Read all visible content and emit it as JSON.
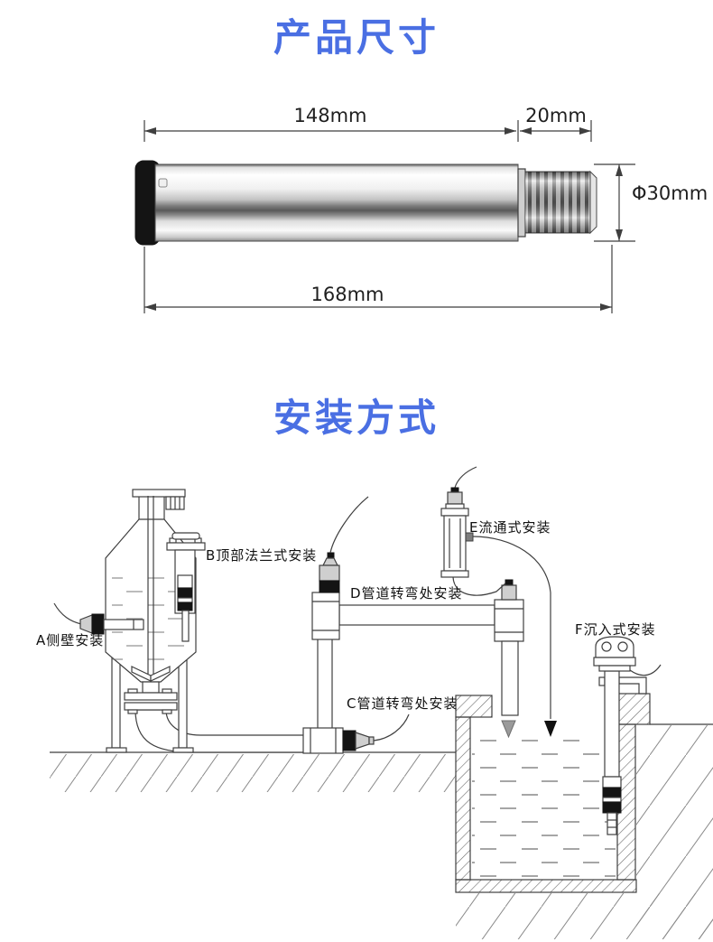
{
  "page": {
    "background_color": "#ffffff",
    "accent_color": "#4a6fe3",
    "line_color": "#3f3f3f"
  },
  "product_dimensions": {
    "title": "产品尺寸",
    "labels": {
      "body_length": "148mm",
      "thread_length": "20mm",
      "diameter": "Φ30mm",
      "total_length": "168mm"
    }
  },
  "installation": {
    "title": "安装方式",
    "methods": [
      {
        "key": "A",
        "label": "A侧壁安装"
      },
      {
        "key": "B",
        "label": "B顶部法兰式安装"
      },
      {
        "key": "C",
        "label": "C管道转弯处安装"
      },
      {
        "key": "D",
        "label": "D管道转弯处安装"
      },
      {
        "key": "E",
        "label": "E流通式安装"
      },
      {
        "key": "F",
        "label": "F沉入式安装"
      }
    ]
  }
}
